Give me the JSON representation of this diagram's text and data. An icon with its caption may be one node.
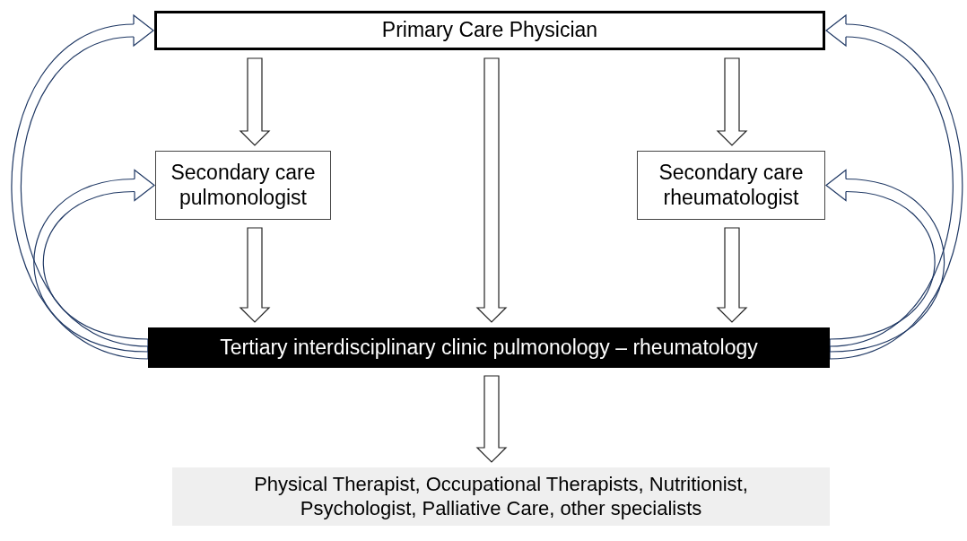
{
  "diagram": {
    "nodes": [
      {
        "text": [
          "Primary Care Physician"
        ]
      },
      {
        "text": [
          "Secondary care pulmonologist"
        ]
      },
      {
        "text": [
          "Secondary care rheumatologist"
        ]
      },
      {
        "text": [
          "Tertiary interdisciplinary clinic pulmonology – rheumatology"
        ]
      },
      {
        "text": [
          "Physical Therapist, Occupational Therapists, Nutritionist, Psychologist, Palliative Care, other specialists"
        ]
      }
    ],
    "edges": [
      {
        "from": 0,
        "to": 1,
        "arrow": "to"
      },
      {
        "from": 0,
        "to": 3,
        "arrow": "to"
      },
      {
        "from": 0,
        "to": 2,
        "arrow": "to"
      },
      {
        "from": 1,
        "to": 3,
        "arrow": "to"
      },
      {
        "from": 2,
        "to": 3,
        "arrow": "to"
      },
      {
        "from": 3,
        "to": 4,
        "arrow": "to"
      },
      {
        "from": 3,
        "to": 0,
        "arrow": "to",
        "color": "#1f3864"
      },
      {
        "from": 3,
        "to": 1,
        "arrow": "to",
        "color": "#1f3864"
      },
      {
        "from": 3,
        "to": 0,
        "arrow": "to",
        "color": "#1f3864"
      },
      {
        "from": 3,
        "to": 2,
        "arrow": "to",
        "color": "#1f3864"
      }
    ]
  }
}
